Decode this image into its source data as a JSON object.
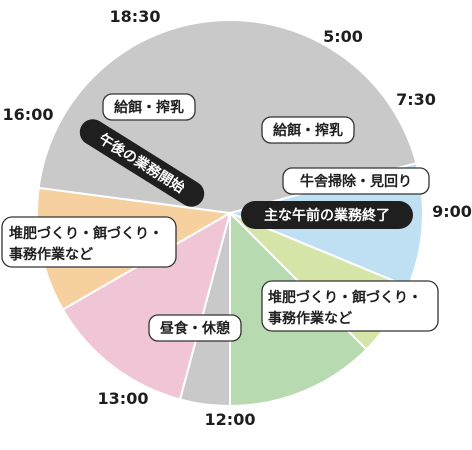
{
  "time_labels": {
    "t0500": "5:00",
    "t0730": "7:30",
    "t0900": "9:00",
    "t1200": "12:00",
    "t1300": "13:00",
    "t1600": "16:00",
    "t1830": "18:30"
  },
  "segments": [
    {
      "id": "feed-morning",
      "label": "給餌・搾乳",
      "start": "5:00",
      "end": "7:30",
      "color": "#bfe0f3"
    },
    {
      "id": "barn-cleaning",
      "label": "牛舎掃除・見回り",
      "start": "7:30",
      "end": "9:00",
      "color": "#d6e5a8"
    },
    {
      "id": "compost-morning",
      "label": "堆肥づくり・餌づくり・\n事務作業など",
      "start": "9:00",
      "end": "12:00",
      "color": "#b8dab1"
    },
    {
      "id": "lunch",
      "label": "昼食・休憩",
      "start": "12:00",
      "end": "13:00",
      "color": "#c9c9c9"
    },
    {
      "id": "compost-afternoon",
      "label": "堆肥づくり・餌づくり・\n事務作業など",
      "start": "13:00",
      "end": "16:00",
      "color": "#f0c6d6"
    },
    {
      "id": "feed-evening",
      "label": "給餌・搾乳",
      "start": "16:00",
      "end": "18:30",
      "color": "#f7d0a0"
    },
    {
      "id": "off",
      "label": "",
      "start": "18:30",
      "end": "5:00",
      "color": "#c9c9c9"
    }
  ],
  "callouts": {
    "morning_end": "主な午前の業務終了",
    "afternoon_start": "午後の業務開始"
  }
}
